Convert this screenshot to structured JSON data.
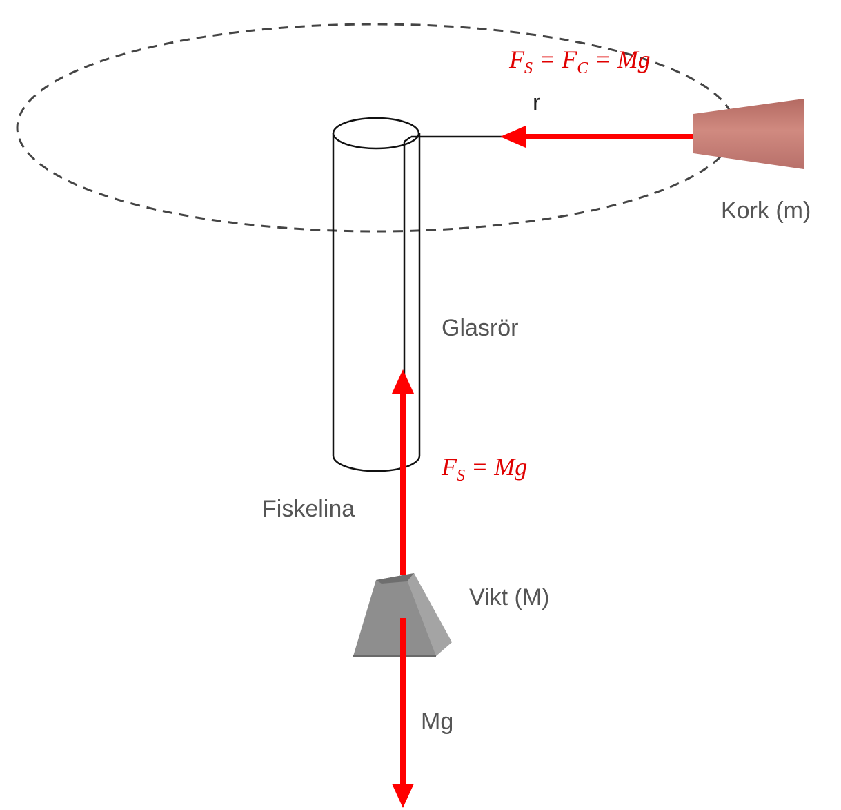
{
  "diagram": {
    "equation_top": {
      "F": "F",
      "S": "S",
      "eq1": " = ",
      "F2": "F",
      "C": "C",
      "eq2": " = Mg"
    },
    "equation_mid": {
      "F": "F",
      "S": "S",
      "eq": " = Mg"
    },
    "labels": {
      "radius": "r",
      "cork": "Kork (m)",
      "tube": "Glasrör",
      "line": "Fiskelina",
      "weight": "Vikt (M)",
      "gravity": "Mg"
    },
    "colors": {
      "force": "#ff0000",
      "cork": "#c8766c",
      "weight": "#8c8c8c",
      "outline": "#111111"
    }
  }
}
